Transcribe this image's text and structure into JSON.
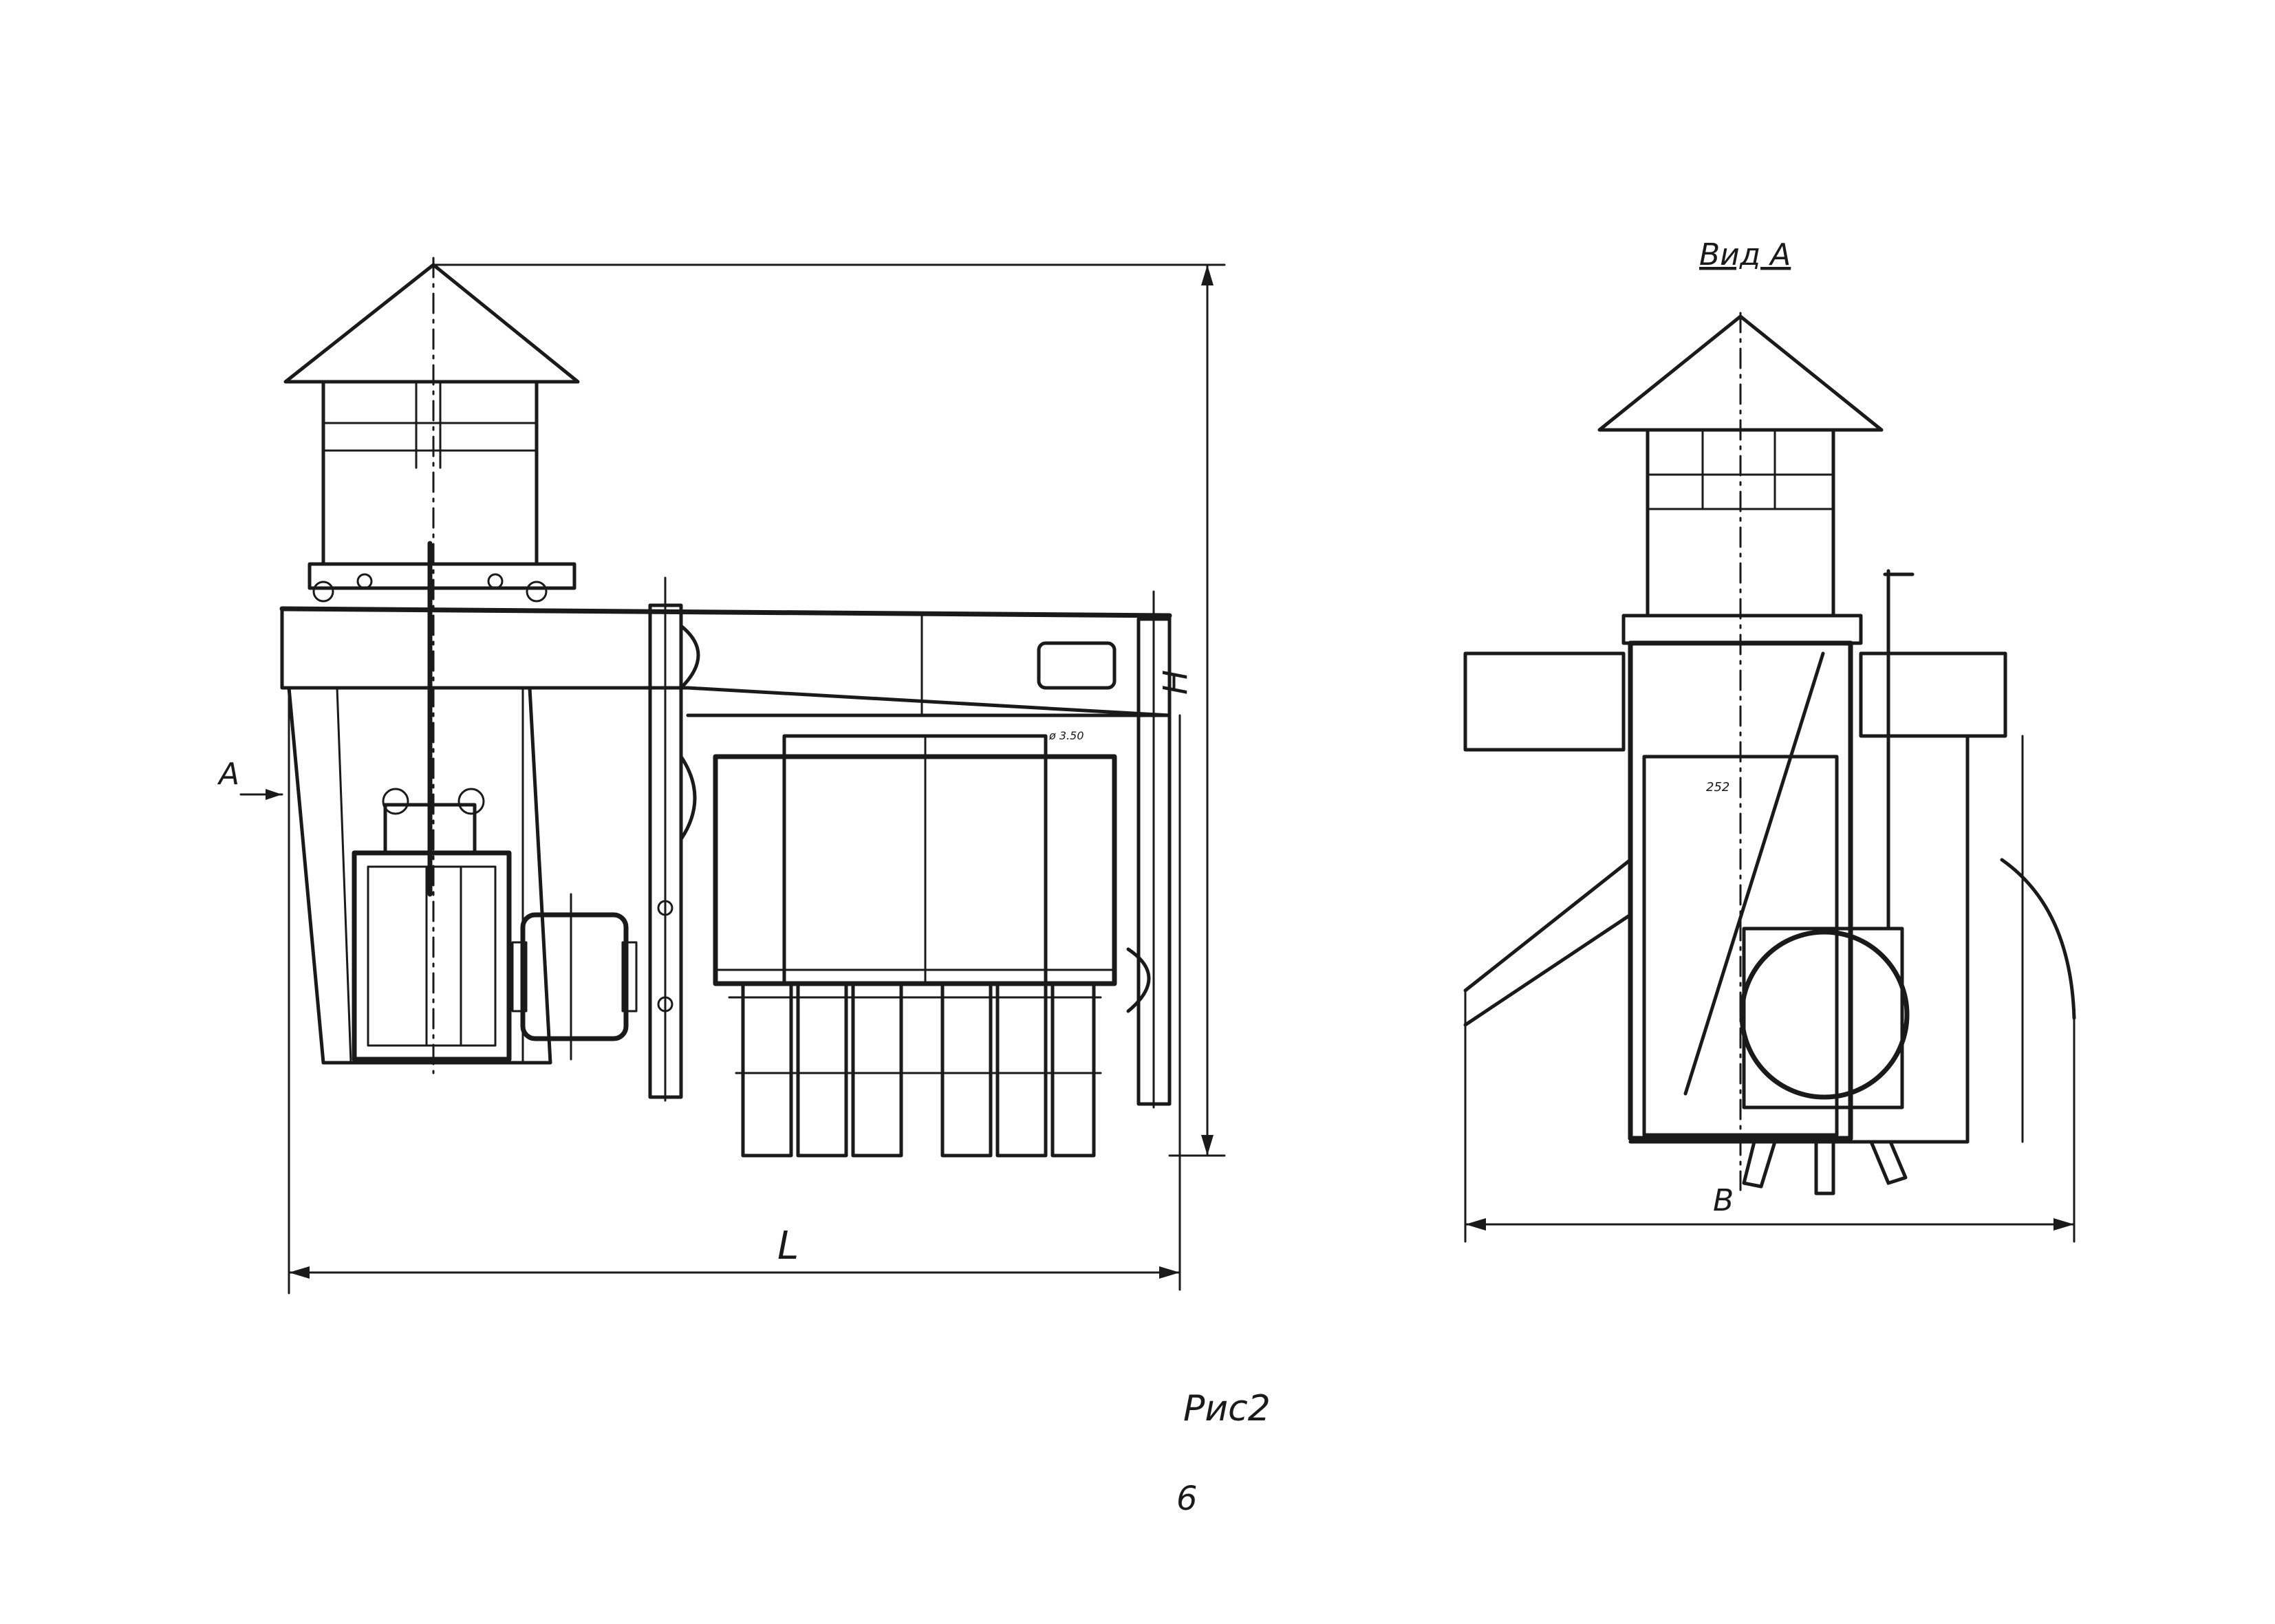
{
  "front_view": {
    "label_length": "L",
    "label_height": "H",
    "label_view_marker": "A",
    "small_dim_1": "ø 3.50"
  },
  "side_view": {
    "title": "Вид А",
    "label_width": "B",
    "small_dim_1": "252"
  },
  "figure": {
    "caption": "Рис2",
    "page_number": "6"
  },
  "colors": {
    "ink": "#1a1a1a",
    "paper": "#ffffff"
  }
}
